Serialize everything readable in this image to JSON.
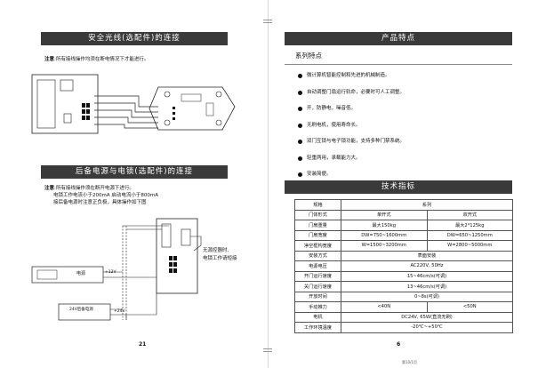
{
  "left_page": {
    "section1": {
      "title": "安全光线(选配件)的连接",
      "note_label": "注意",
      "note_text": ":所有接线操作均须在断电情况下才能进行。"
    },
    "section2": {
      "title": "后备电源与电锁(选配件)的连接",
      "note_label": "注意",
      "note_lines": [
        ":所有接线操作须在断开电源下进行。",
        "电锁工作电流小于200mA 启动电流小于800mA",
        "接后备电源时注意正负极，具体操作如下图"
      ],
      "diagram_labels": {
        "power_label": "电源",
        "supply_label": "24V后备电源",
        "v12": "+12V",
        "v24": "+24V",
        "callout_line1": "无源控器时,",
        "callout_line2": "电锁工作请短接"
      }
    },
    "page_number": "21"
  },
  "right_page": {
    "section1": {
      "title": "产品特点",
      "subtitle": "系列特点",
      "features": [
        "微计算机智能控制和先进的机械制造。",
        "自动调整门扇运行轨命，必要时可人工调整。",
        "开，防静电，噪音低。",
        "无刷电机，使用寿命长。",
        "双门互锁与电子锁功能，支持多种门禁系统。",
        "轻重两用，承载能力大。",
        "安装简便。"
      ]
    },
    "section2": {
      "title": "技术指标",
      "table": {
        "header": [
          "规格",
          "系列"
        ],
        "subheader": [
          "门体形式",
          "单开式",
          "双开式"
        ],
        "rows": [
          [
            "门扇重量",
            "最大150kg",
            "最大2*125kg"
          ],
          [
            "门扇宽度",
            "DW=750~1600mm",
            "DW=650~1250mm"
          ],
          [
            "净空框构宽度",
            "W=1500~3200mm",
            "W=2800~5000mm"
          ],
          [
            "安装方式",
            "表面安装",
            ""
          ],
          [
            "电源电压",
            "AC220V, 50Hz",
            ""
          ],
          [
            "开门运行速度",
            "15~46cm/s(可调)",
            ""
          ],
          [
            "关门运行速度",
            "13~46cm/s(可调)",
            ""
          ],
          [
            "开放时间",
            "0~8s(可调)",
            ""
          ],
          [
            "手动推力",
            "<40N",
            "<50N"
          ],
          [
            "电机",
            "DC24V, 65W(直流无刷)",
            ""
          ],
          [
            "工作环境温度",
            "-20℃~+50℃",
            ""
          ]
        ]
      }
    },
    "page_number": "6",
    "footer": "第10/1页"
  }
}
